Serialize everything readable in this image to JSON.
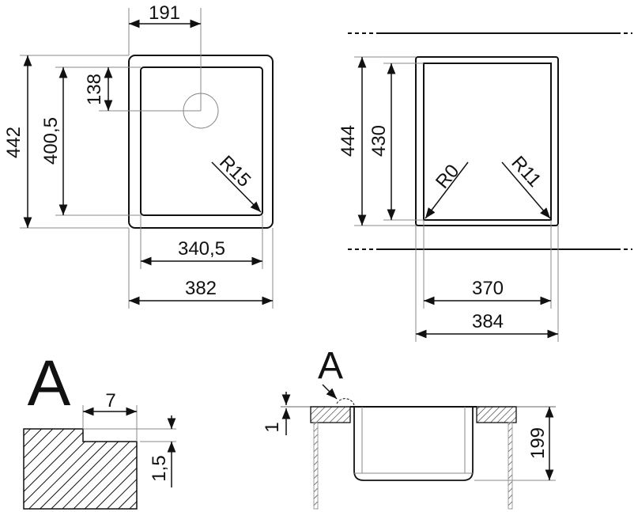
{
  "title": "Sink dimensional drawing",
  "left_view": {
    "width_top": "191",
    "drain_offset": "138",
    "inner_height": "400,5",
    "outer_height": "442",
    "radius": "R15",
    "inner_width": "340,5",
    "outer_width": "382"
  },
  "right_view": {
    "outer_height": "444",
    "inner_height": "430",
    "radius_left": "R0",
    "radius_right": "R11",
    "inner_width": "370",
    "outer_width": "384"
  },
  "detail_a": {
    "label": "A",
    "width": "7",
    "depth": "1,5"
  },
  "section": {
    "label": "A",
    "lip": "1",
    "depth": "199"
  }
}
